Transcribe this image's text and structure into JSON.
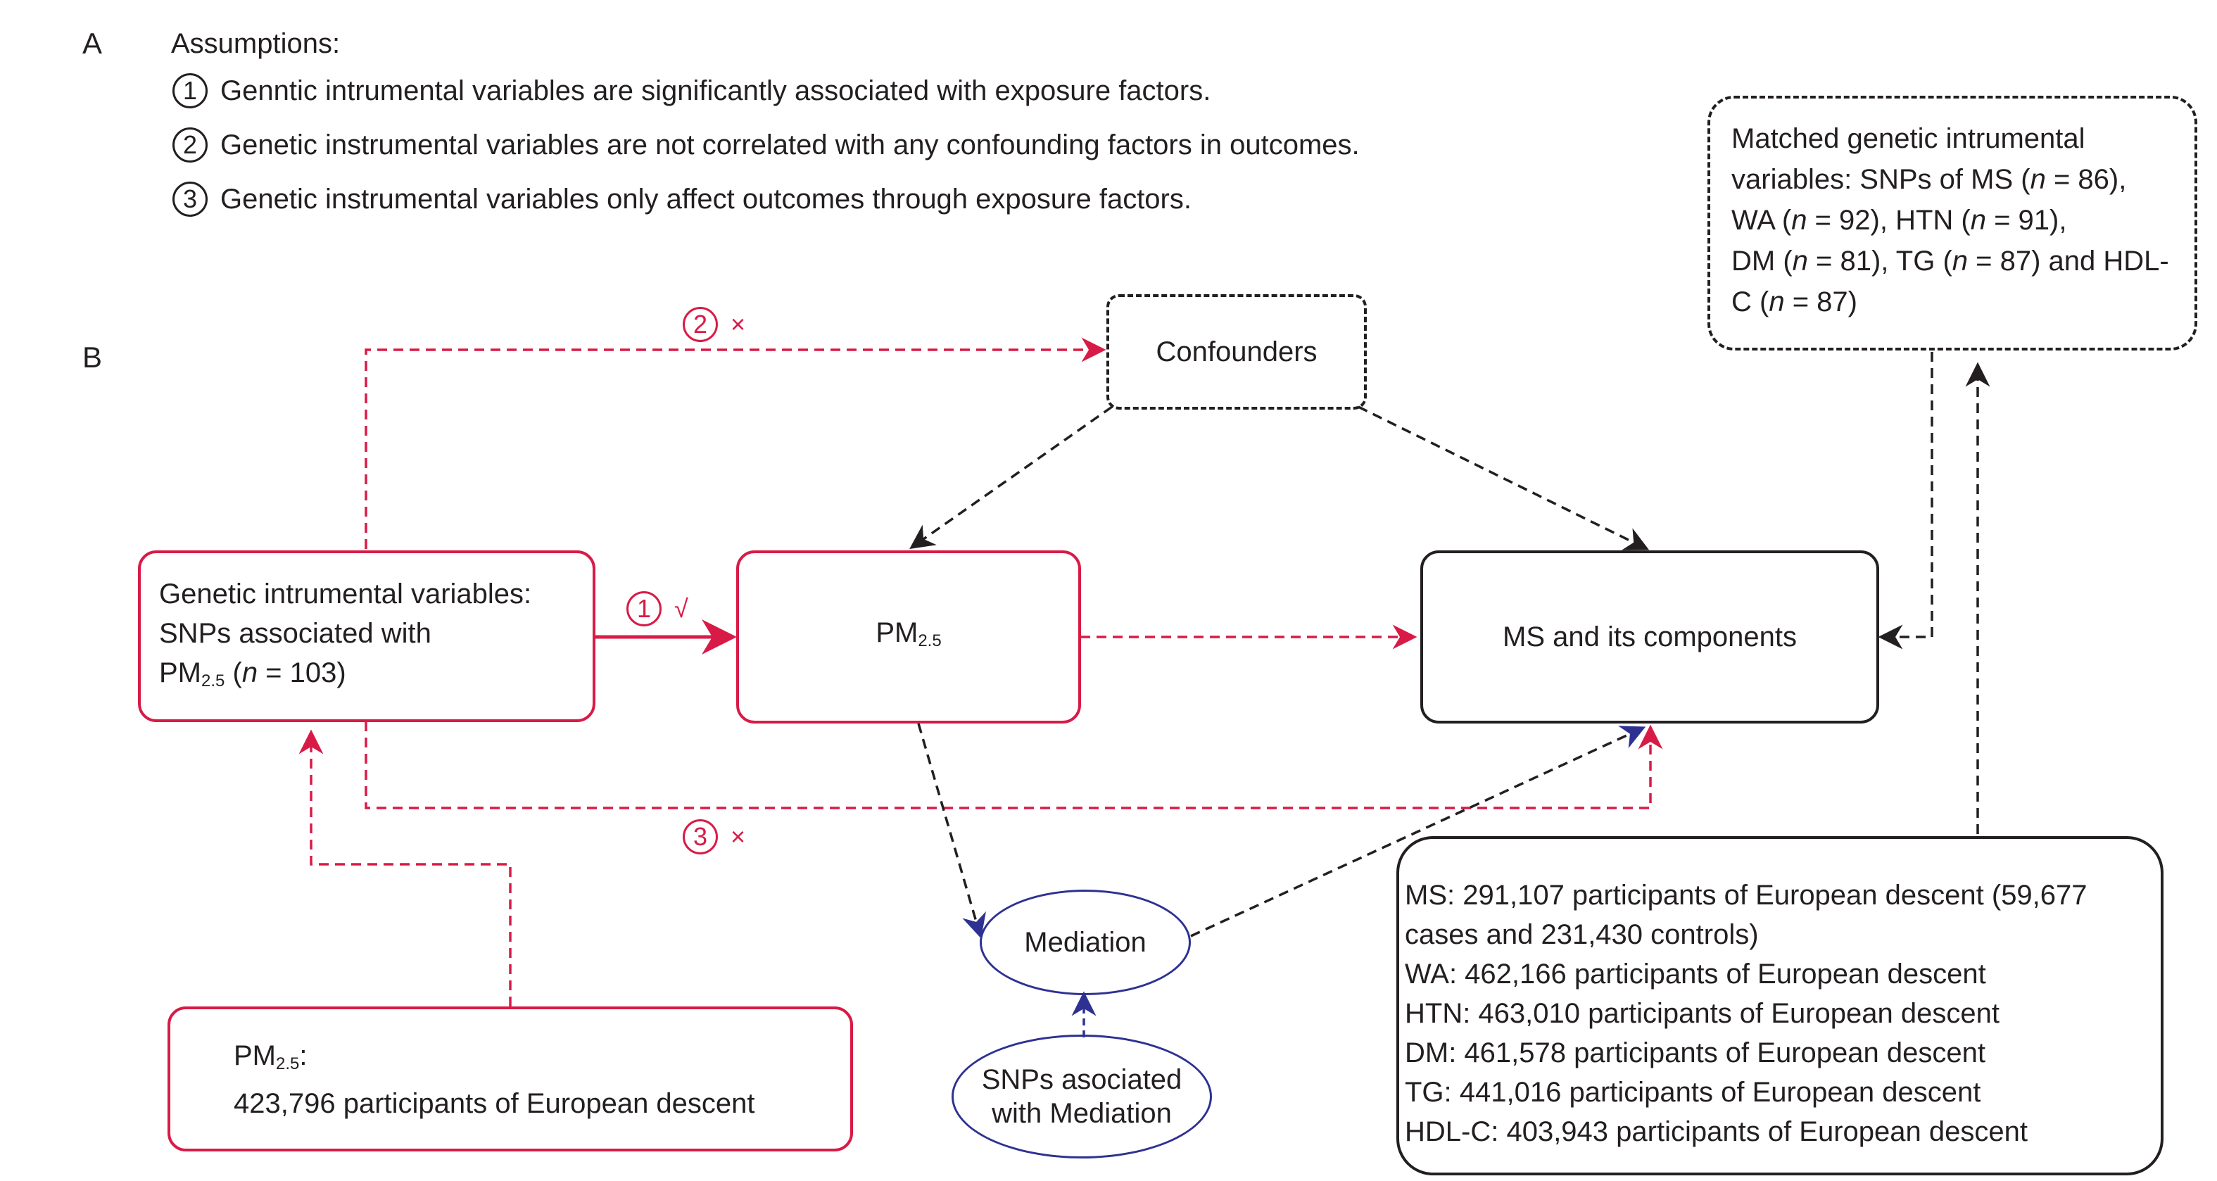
{
  "panel_a": {
    "letter": "A",
    "title": "Assumptions:",
    "items": [
      {
        "num": "1",
        "text": "Genntic intrumental variables are significantly associated with exposure factors."
      },
      {
        "num": "2",
        "text": "Genetic instrumental variables are not correlated with  any confounding factors in outcomes."
      },
      {
        "num": "3",
        "text": "Genetic instrumental variables only affect outcomes through exposure factors."
      }
    ]
  },
  "panel_b": {
    "letter": "B",
    "confounders": "Confounders",
    "giv_box": {
      "line1": "Genetic intrumental variables:",
      "line2": "SNPs associated with",
      "pm_label": "PM",
      "pm_sub": "2.5",
      "n_open": " (",
      "n_var": "n",
      "n_value": " = 103)"
    },
    "pm_box": {
      "label": "PM",
      "sub": "2.5"
    },
    "ms_box": "MS and its components",
    "matched_box": {
      "l1": "Matched genetic intrumental",
      "l2a": "variables: SNPs of MS (",
      "l2n": "n",
      "l2b": " = 86),",
      "l3a": "WA (",
      "l3n": "n",
      "l3b": " = 92), HTN (",
      "l3n2": "n",
      "l3c": " = 91),",
      "l4a": "DM (",
      "l4n": "n",
      "l4b": " = 81), TG (",
      "l4n2": "n",
      "l4c": " = 87) and HDL-",
      "l5a": "C (",
      "l5n": "n",
      "l5b": " = 87)"
    },
    "mediation": "Mediation",
    "snps_mediation": {
      "l1": "SNPs asociated",
      "l2": "with Mediation"
    },
    "pm_source": {
      "label": "PM",
      "sub": "2.5",
      "colon": ":",
      "line2": "423,796 participants of European descent"
    },
    "ms_source": [
      "MS: 291,107 participants of European descent (59,677",
      "cases and 231,430 controls)",
      "WA: 462,166 participants of European descent",
      "HTN: 463,010 participants of European descent",
      "DM:  461,578 participants of European descent",
      "TG: 441,016 participants of European descent",
      "HDL-C:  403,943 participants of European descent"
    ],
    "arrow_labels": {
      "a1_num": "1",
      "a1_mark": "√",
      "a2_num": "2",
      "a2_mark": "×",
      "a3_num": "3",
      "a3_mark": "×"
    }
  },
  "colors": {
    "red": "#d81b46",
    "black": "#231f20",
    "blue": "#2e3192"
  }
}
